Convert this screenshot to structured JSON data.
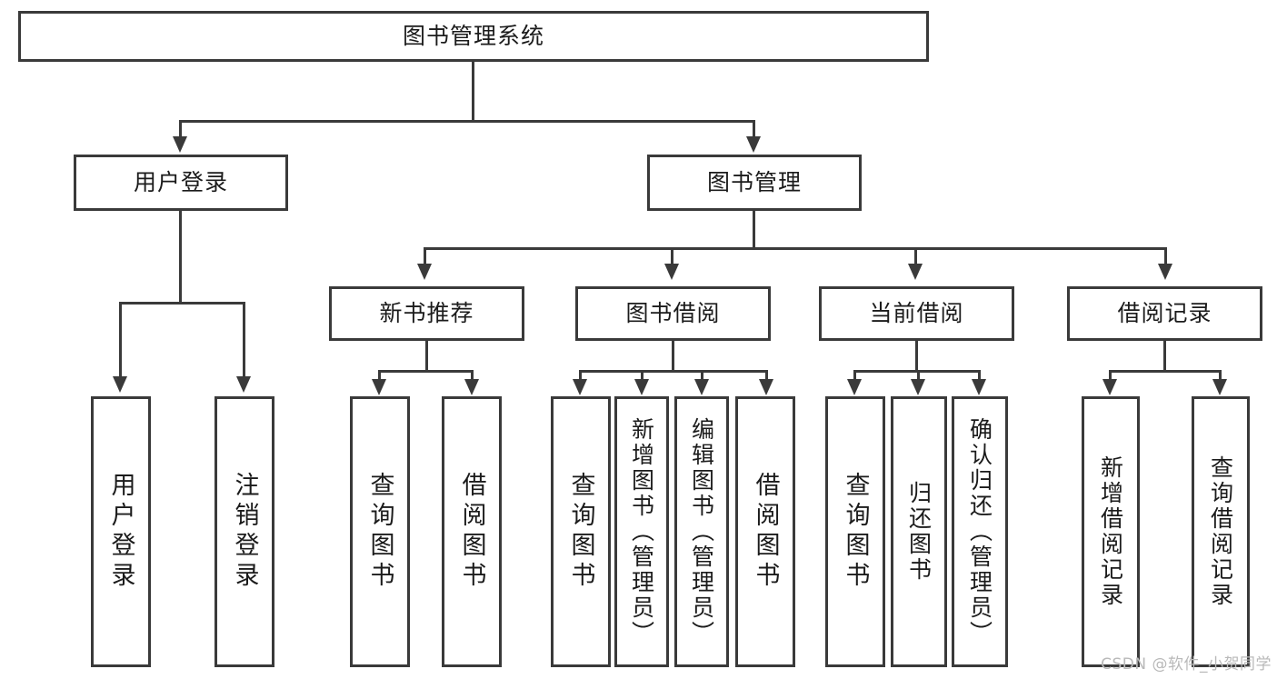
{
  "diagram": {
    "title": "图书管理系统",
    "type": "hierarchy-tree",
    "root": {
      "id": "root",
      "label": "图书管理系统"
    },
    "level2": [
      {
        "id": "user-login",
        "label": "用户登录"
      },
      {
        "id": "book-manage",
        "label": "图书管理"
      }
    ],
    "level3": [
      {
        "id": "new-book-recommend",
        "label": "新书推荐",
        "parent": "book-manage"
      },
      {
        "id": "book-borrow",
        "label": "图书借阅",
        "parent": "book-manage"
      },
      {
        "id": "current-borrow",
        "label": "当前借阅",
        "parent": "book-manage"
      },
      {
        "id": "borrow-record",
        "label": "借阅记录",
        "parent": "book-manage"
      }
    ],
    "leaves": {
      "user_login": [
        {
          "id": "leaf-user-login",
          "label": "用户登录"
        },
        {
          "id": "leaf-logout-login",
          "label": "注销登录"
        }
      ],
      "new_book_recommend": [
        {
          "id": "leaf-query-book-1",
          "label": "查询图书"
        },
        {
          "id": "leaf-borrow-book-1",
          "label": "借阅图书"
        }
      ],
      "book_borrow": [
        {
          "id": "leaf-query-book-2",
          "label": "查询图书"
        },
        {
          "id": "leaf-add-book",
          "label": "新增图书（管理员）"
        },
        {
          "id": "leaf-edit-book",
          "label": "编辑图书（管理员）"
        },
        {
          "id": "leaf-borrow-book-2",
          "label": "借阅图书"
        }
      ],
      "current_borrow": [
        {
          "id": "leaf-query-book-3",
          "label": "查询图书"
        },
        {
          "id": "leaf-return-book",
          "label": "归还图书"
        },
        {
          "id": "leaf-confirm-return",
          "label": "确认归还（管理员）"
        }
      ],
      "borrow_record": [
        {
          "id": "leaf-add-record",
          "label": "新增借阅记录"
        },
        {
          "id": "leaf-query-record",
          "label": "查询借阅记录"
        }
      ]
    }
  },
  "watermark": {
    "text": "CSDN @软件_小贺同学"
  }
}
